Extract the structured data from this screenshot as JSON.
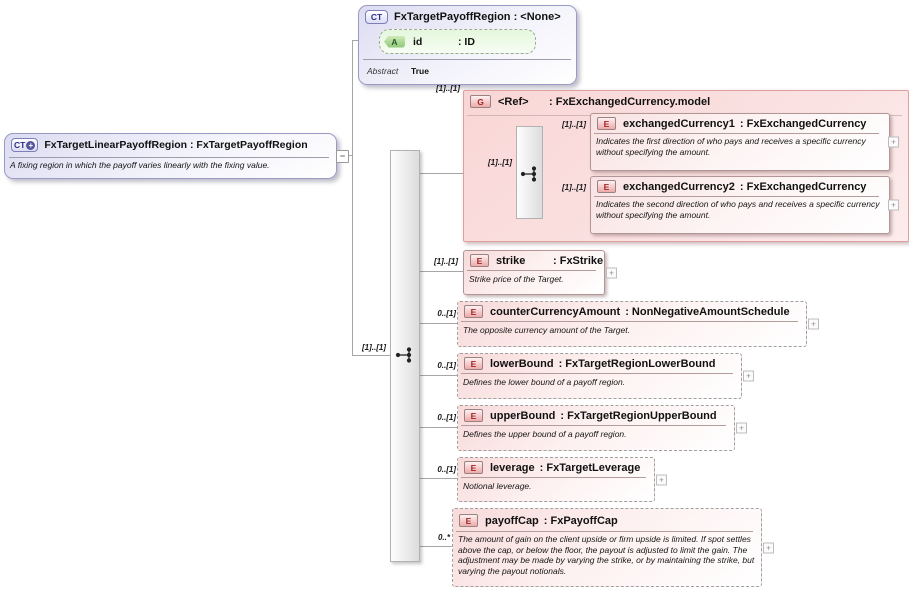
{
  "icons": {
    "collapse": "−",
    "expand": "+"
  },
  "root": {
    "badge": "CT",
    "title": "FxTargetLinearPayoffRegion : FxTargetPayoffRegion",
    "description": "A fixing region in which the payoff varies linearly with the fixing value."
  },
  "parent": {
    "badge": "CT",
    "title": "FxTargetPayoffRegion : <None>",
    "attribute": {
      "badge": "A",
      "name": "id",
      "type": ": ID"
    },
    "footer_label": "Abstract",
    "footer_value": "True"
  },
  "main_sequence": {
    "cardinality": "[1]..[1]"
  },
  "group": {
    "badge": "G",
    "cardinality": "[1]..[1]",
    "name": "<Ref>",
    "type": ": FxExchangedCurrency.model",
    "sequence_cardinality": "[1]..[1]",
    "children": [
      {
        "badge": "E",
        "cardinality": "[1]..[1]",
        "name": "exchangedCurrency1",
        "type": ": FxExchangedCurrency",
        "description": "Indicates the first direction of who pays and receives a specific currency without specifying the amount."
      },
      {
        "badge": "E",
        "cardinality": "[1]..[1]",
        "name": "exchangedCurrency2",
        "type": ": FxExchangedCurrency",
        "description": "Indicates the second direction of who pays and receives a specific currency without specifying the amount."
      }
    ]
  },
  "elements": [
    {
      "badge": "E",
      "cardinality": "[1]..[1]",
      "name": "strike",
      "type": ": FxStrike",
      "description": "Strike price of the Target."
    },
    {
      "badge": "E",
      "cardinality": "0..[1]",
      "name": "counterCurrencyAmount",
      "type": ": NonNegativeAmountSchedule",
      "description": "The opposite currency amount of the Target."
    },
    {
      "badge": "E",
      "cardinality": "0..[1]",
      "name": "lowerBound",
      "type": ": FxTargetRegionLowerBound",
      "description": "Defines the lower bound of a payoff region."
    },
    {
      "badge": "E",
      "cardinality": "0..[1]",
      "name": "upperBound",
      "type": ": FxTargetRegionUpperBound",
      "description": "Defines the upper bound of a payoff region."
    },
    {
      "badge": "E",
      "cardinality": "0..[1]",
      "name": "leverage",
      "type": ": FxTargetLeverage",
      "description": "Notional leverage."
    },
    {
      "badge": "E",
      "cardinality": "0..*",
      "name": "payoffCap",
      "type": ": FxPayoffCap",
      "description": "The amount of gain on the client upside or firm upside is limited. If spot settles above the cap, or below the floor, the payout is adjusted to limit the gain. The adjustment may be made by varying the strike, or by maintaining the strike, but varying the payout notionals."
    }
  ]
}
